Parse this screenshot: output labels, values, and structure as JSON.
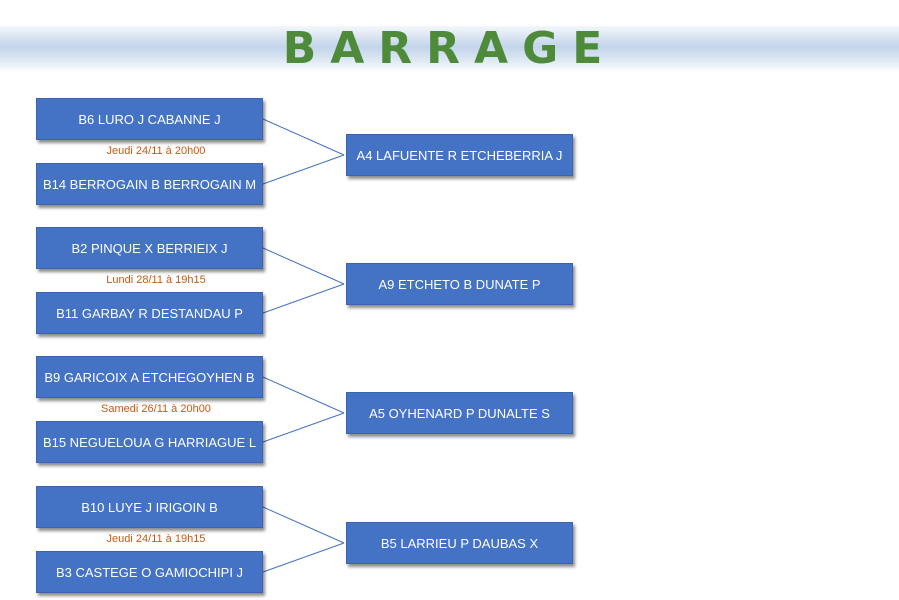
{
  "title": "BARRAGE",
  "groups": [
    {
      "top": "B6 LURO J CABANNE J",
      "bottom": "B14 BERROGAIN B BERROGAIN M",
      "date": "Jeudi 24/11 à 20h00",
      "target": "A4 LAFUENTE R ETCHEBERRIA J"
    },
    {
      "top": "B2 PINQUE X BERRIEIX J",
      "bottom": "B11 GARBAY R DESTANDAU P",
      "date": "Lundi 28/11 à 19h15",
      "target": "A9 ETCHETO B DUNATE P"
    },
    {
      "top": "B9 GARICOIX A ETCHEGOYHEN B",
      "bottom": "B15 NEGUELOUA G HARRIAGUE L",
      "date": "Samedi 26/11 à 20h00",
      "target": "A5 OYHENARD P DUNALTE S"
    },
    {
      "top": "B10 LUYE J IRIGOIN B",
      "bottom": "B3 CASTEGE O GAMIOCHIPI J",
      "date": "Jeudi 24/11 à 19h15",
      "target": "B5 LARRIEU P DAUBAS X"
    }
  ],
  "colors": {
    "box_fill": "#4472c4",
    "title": "#4d8a3a",
    "date": "#c55a11",
    "connector": "#4472c4"
  }
}
